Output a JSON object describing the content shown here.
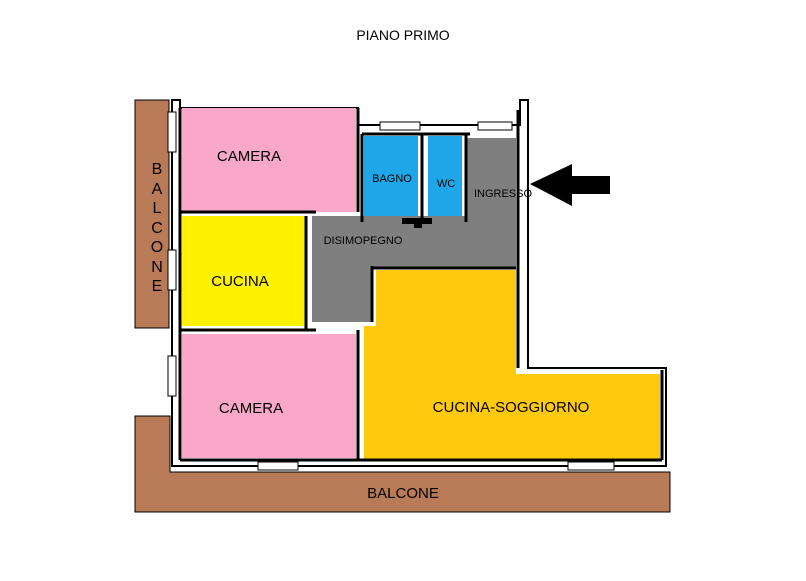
{
  "title": "PIANO PRIMO",
  "rooms": {
    "camera_top": "CAMERA",
    "cucina": "CUCINA",
    "camera_bottom": "CAMERA",
    "bagno": "BAGNO",
    "wc": "WC",
    "ingresso": "INGRESSO",
    "disimpegno": "DISIMOPEGNO",
    "cucina_soggiorno": "CUCINA-SOGGIORNO",
    "balcone_bottom": "BALCONE"
  },
  "balcone_left_letters": [
    "B",
    "A",
    "L",
    "C",
    "O",
    "N",
    "E"
  ],
  "colors": {
    "camera": "#f9a8c9",
    "cucina": "#fff200",
    "bagno": "#1ea6e8",
    "disimpegno": "#7f7f7f",
    "soggiorno": "#ffc90e",
    "balcone": "#b97a57",
    "wall": "#000000"
  }
}
